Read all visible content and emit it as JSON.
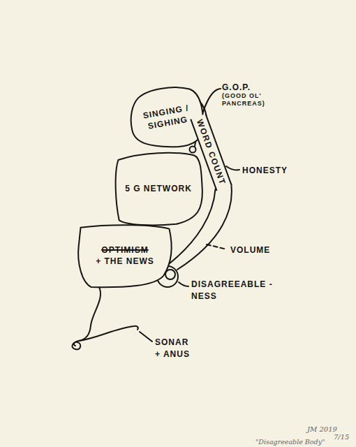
{
  "diagram": {
    "nodes": [
      {
        "text": [
          "SINGING / SIGHING"
        ]
      },
      {
        "text": [
          "WORD COUNT"
        ]
      },
      {
        "text": [
          "5 G NETWORK"
        ]
      },
      {
        "text": [
          "OPTIMISM",
          "+ THE NEWS"
        ]
      }
    ],
    "labels": [
      "G.O.P. (GOOD OL' PANCREAS)",
      "HONESTY",
      "VOLUME",
      "DISAGREEABLE -NESS",
      "SONAR + ANUS",
      "JM 2019",
      "\"Disagreeable Body\"",
      "7/15"
    ]
  }
}
